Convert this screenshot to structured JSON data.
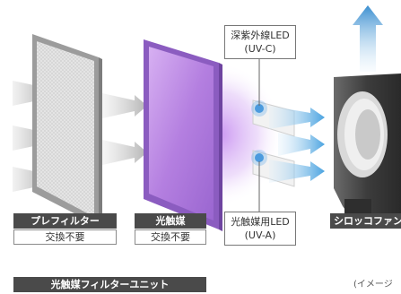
{
  "callouts": {
    "uvc_led": {
      "line1": "深紫外線LED",
      "line2": "(UV-C)"
    },
    "uva_led": {
      "line1": "光触媒用LED",
      "line2": "(UV-A)"
    }
  },
  "labels": {
    "prefilter": {
      "name": "プレフィルター",
      "note": "交換不要"
    },
    "photocatalyst": {
      "name": "光触媒",
      "note": "交換不要"
    },
    "sirocco_fan": {
      "name": "シロッコファン"
    },
    "unit": {
      "name": "光触媒フィルターユニット"
    }
  },
  "caption": "(イメージ",
  "colors": {
    "label_bg": "#4a4a4a",
    "filter_purple": "#b47fe0",
    "led_blue": "#3a8fd8",
    "airflow_blue": "#4aa3e0"
  },
  "icons": {
    "airflow_in": "gray-arrow-right",
    "airflow_out": "blue-arrow-right",
    "exhaust": "blue-arrow-up"
  }
}
